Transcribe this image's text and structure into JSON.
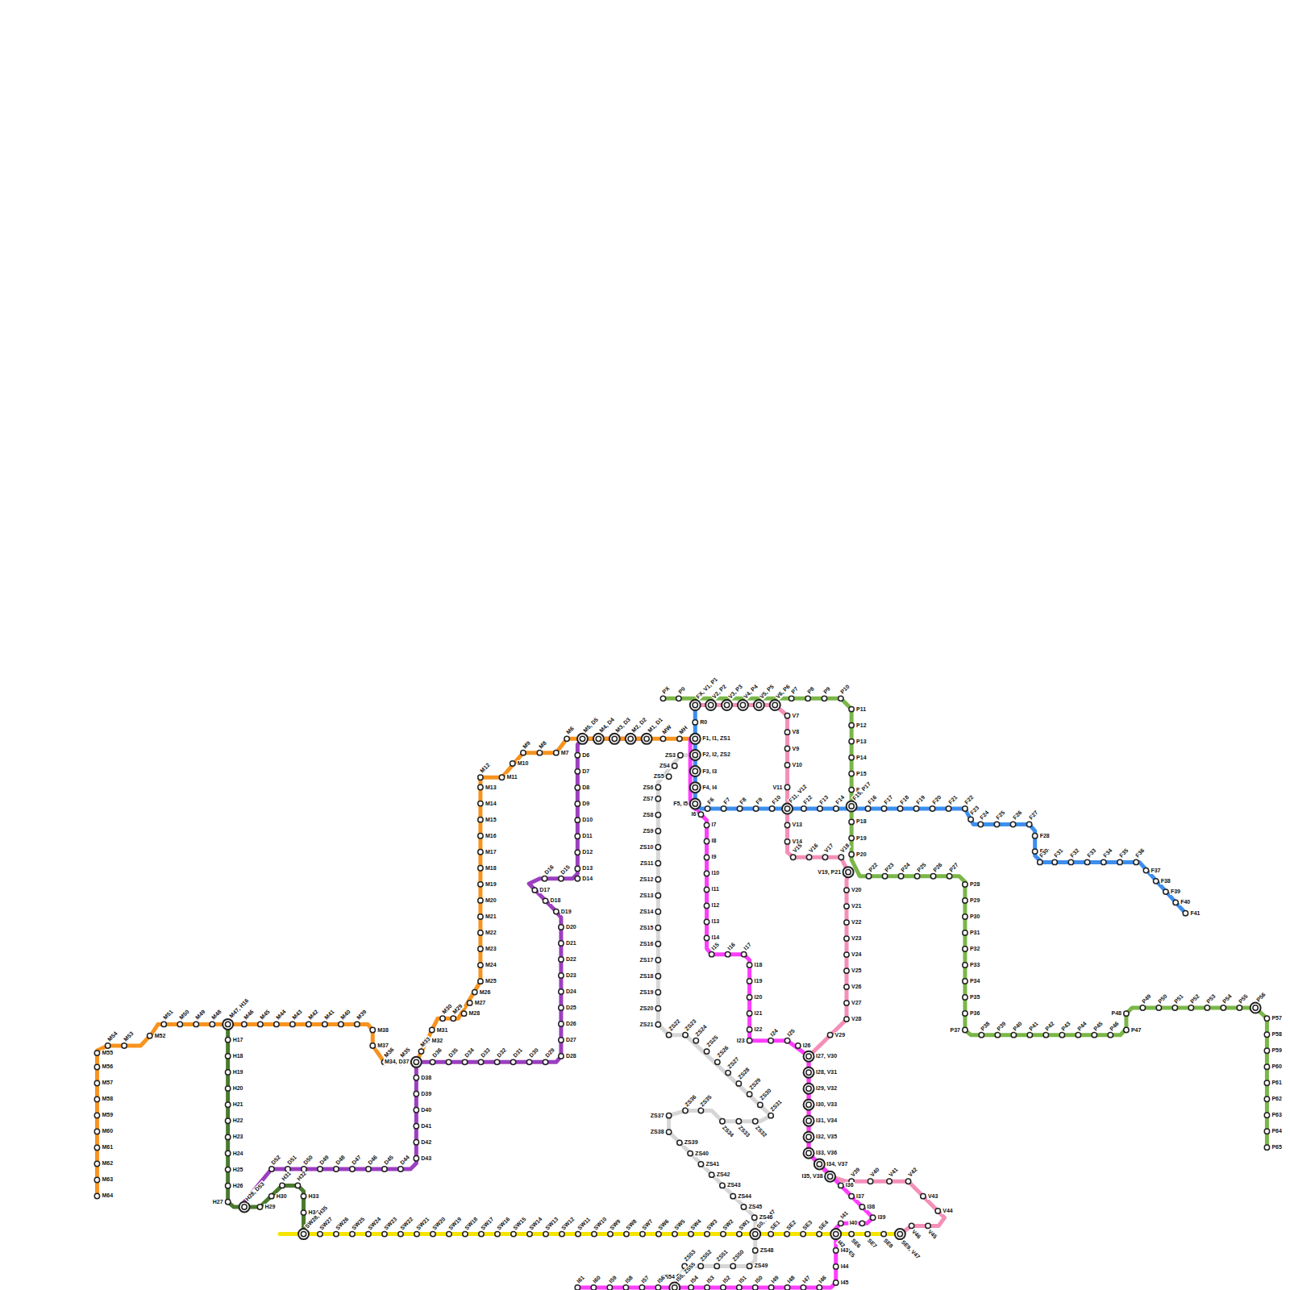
{
  "diagram": {
    "labels": [
      "PX",
      "P0",
      "FX, V1, P1",
      "V2, P2",
      "V3, P3",
      "V4, P4",
      "V5, P5",
      "V6, P6",
      "P7",
      "P8",
      "P9",
      "P10",
      "P11",
      "P12",
      "P13",
      "P14",
      "P15",
      "P16",
      "F15, P17",
      "P18",
      "P19",
      "P20",
      "V19, P21",
      "P22",
      "P23",
      "P24",
      "P25",
      "P26",
      "P27",
      "P28",
      "P29",
      "P30",
      "P31",
      "P32",
      "P33",
      "P34",
      "P35",
      "P36",
      "P37",
      "P38",
      "P39",
      "P40",
      "P41",
      "P42",
      "P43",
      "P44",
      "P45",
      "P46",
      "P47",
      "P48",
      "P49",
      "P50",
      "P51",
      "P52",
      "P53",
      "P54",
      "P55",
      "P56",
      "P57",
      "P58",
      "P59",
      "P60",
      "P61",
      "P62",
      "P63",
      "P64",
      "P65",
      "R0",
      "F1, I1, ZS1",
      "F2, I2, ZS2",
      "F3, I3",
      "F4, I4",
      "F5, I5",
      "F6",
      "F7",
      "F8",
      "F9",
      "F10",
      "F11, V12",
      "F12",
      "F13",
      "F14",
      "F16",
      "F17",
      "F18",
      "F19",
      "F20",
      "F21",
      "F22",
      "F23",
      "F24",
      "F25",
      "F26",
      "F27",
      "F28",
      "F29",
      "F30",
      "F31",
      "F32",
      "F33",
      "F34",
      "F35",
      "F36",
      "F37",
      "F38",
      "F39",
      "F40",
      "F41",
      "M1, D1",
      "M2, D2",
      "M3, D3",
      "M4, D4",
      "M5, D5",
      "MW",
      "MH",
      "M6",
      "M7",
      "M8",
      "M9",
      "M10",
      "M11",
      "M12",
      "M13",
      "M14",
      "M15",
      "M16",
      "M17",
      "M18",
      "M19",
      "M20",
      "M21",
      "M22",
      "M23",
      "M24",
      "M25",
      "M26",
      "M27",
      "M28",
      "M29",
      "M30",
      "M31",
      "M32",
      "M33",
      "M34, D37",
      "M35",
      "M36",
      "M37",
      "M38",
      "M39",
      "M40",
      "M41",
      "M42",
      "M43",
      "M44",
      "M45",
      "M46",
      "M47, H16",
      "M48",
      "M49",
      "M50",
      "M51",
      "M52",
      "M53",
      "M54",
      "M55",
      "M56",
      "M57",
      "M58",
      "M59",
      "M60",
      "M61",
      "M62",
      "M63",
      "M64",
      "D6",
      "D7",
      "D8",
      "D9",
      "D10",
      "D11",
      "D12",
      "D13",
      "D14",
      "D15",
      "D16",
      "D17",
      "D18",
      "D19",
      "D20",
      "D21",
      "D22",
      "D23",
      "D24",
      "D25",
      "D26",
      "D27",
      "D28",
      "D29",
      "D30",
      "D31",
      "D32",
      "D33",
      "D34",
      "D35",
      "D36",
      "D38",
      "D39",
      "D40",
      "D41",
      "D42",
      "D43",
      "D44",
      "D45",
      "D46",
      "D47",
      "D48",
      "D49",
      "D50",
      "D51",
      "D52",
      "H28, D53",
      "H17",
      "H18",
      "H19",
      "H20",
      "H21",
      "H22",
      "H23",
      "H24",
      "H25",
      "H26",
      "H27",
      "H29",
      "H30",
      "H31",
      "H32",
      "H33",
      "H34",
      "SW28, H35",
      "SW27",
      "SW26",
      "SW25",
      "SW24",
      "SW23",
      "SW22",
      "SW21",
      "SW20",
      "SW19",
      "SW18",
      "SW17",
      "SW16",
      "SW15",
      "SW14",
      "SW13",
      "SW12",
      "SW11",
      "SW10",
      "SW9",
      "SW8",
      "SW7",
      "SW6",
      "SW5",
      "SW4",
      "SW3",
      "SW2",
      "SW1",
      "S0, ZS47",
      "SE1",
      "SE2",
      "SE3",
      "SE4",
      "I42, SE5",
      "SE6",
      "SE7",
      "SE8",
      "SE9, V47",
      "ZS3",
      "ZS4",
      "ZS5",
      "ZS6",
      "ZS7",
      "ZS8",
      "ZS9",
      "ZS10",
      "ZS11",
      "ZS12",
      "ZS13",
      "ZS14",
      "ZS15",
      "ZS16",
      "ZS17",
      "ZS18",
      "ZS19",
      "ZS20",
      "ZS21",
      "ZS22",
      "ZS23",
      "ZS24",
      "ZS25",
      "ZS26",
      "ZS27",
      "ZS28",
      "ZS29",
      "ZS30",
      "ZS31",
      "ZS32",
      "ZS33",
      "ZS34",
      "ZS35",
      "ZS36",
      "ZS37",
      "ZS38",
      "ZS39",
      "ZS40",
      "ZS41",
      "ZS42",
      "ZS43",
      "ZS44",
      "ZS45",
      "ZS46",
      "ZS48",
      "ZS49",
      "ZS50",
      "ZS51",
      "ZS52",
      "ZS53",
      "ZS54",
      "I55, ZS55",
      "I6",
      "I7",
      "I8",
      "I9",
      "I10",
      "I11",
      "I12",
      "I13",
      "I14",
      "I15",
      "I16",
      "I17",
      "I18",
      "I19",
      "I20",
      "I21",
      "I22",
      "I23",
      "I24",
      "I25",
      "I26",
      "I27, V30",
      "I28, V31",
      "I29, V32",
      "I30, V33",
      "I31, V34",
      "I32, V35",
      "I33, V36",
      "I34, V37",
      "I35, V38",
      "I36",
      "I37",
      "I38",
      "I39",
      "I40",
      "I41",
      "I43",
      "I44",
      "I45",
      "I46",
      "I47",
      "I48",
      "I49",
      "I50",
      "I51",
      "I52",
      "I53",
      "I54",
      "I56",
      "I57",
      "I58",
      "I59",
      "I60",
      "I61",
      "V7",
      "V8",
      "V9",
      "V10",
      "V11",
      "V13",
      "V14",
      "V15",
      "V16",
      "V17",
      "V18",
      "V20",
      "V21",
      "V22",
      "V23",
      "V24",
      "V25",
      "V26",
      "V27",
      "V28",
      "V29",
      "V39",
      "V40",
      "V41",
      "V42",
      "V43",
      "V44",
      "V45",
      "V46"
    ]
  }
}
